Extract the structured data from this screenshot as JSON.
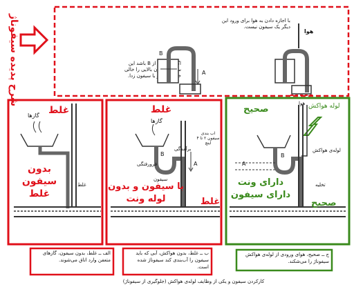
{
  "side_title": "شرح پدیده سیفوناژ",
  "top_panel": {
    "left_caption": "اگر A بلندتر از B باشد این سیفون مخزن بالایی را خالی خواهد کرد و یا سیفون زدا.",
    "right_caption": "با اجازه دادن به هوا برای ورود این دیگر یک سیفون نیست.",
    "air_label": "هوا",
    "label_A": "A",
    "label_B": "B"
  },
  "panel_left": {
    "header": "غلط",
    "gases_label": "گازها",
    "main_text": "بدون سیفون غلط",
    "small_label": "غلط"
  },
  "panel_middle": {
    "header": "غلط",
    "gases_label": "گازها",
    "suction_label": "فرورفتگی",
    "siphon_label": "سیفون",
    "inflow_label": "برآمدگی",
    "trap_label": "آب بندی سیفون ۲ تا ۴ اینچ",
    "label_A": "A",
    "label_B": "B",
    "main_text": "با سیفون و بدون لوله ونت",
    "bottom_label": "غلط"
  },
  "panel_right": {
    "header": "صحیح",
    "vent_pipe_label": "لوله هواکش",
    "air_label": "هوا",
    "vent_label_small": "لوله‌ی هواکش",
    "label_A": "A",
    "label_B": "B",
    "drain_label": "تخلیه",
    "main_text": "دارای ونت دارای سیفون",
    "bottom_label": "صحیح"
  },
  "captions": {
    "left": "الف ــ غلط، بدون سیفون، گازهای متعفن وارد اتاق می‌شوند.",
    "middle": "ب ــ غلط، بدون هواکش، آبی که باید سیفون را آب‌بندی کند سیفوناژ شده است.",
    "right": "ج ــ صحیح، هوای ورودی از لوله‌ی هواکش سیفوناژ را می‌شکند."
  },
  "footer": "کارکردن سیفون و یکی از وظایف لوله‌ی هواکش (جلوگیری از سیفوناژ)",
  "colors": {
    "wrong": "#e0101a",
    "correct": "#3a8a1c",
    "dashed": "#e0101a",
    "pipe": "#555555"
  }
}
